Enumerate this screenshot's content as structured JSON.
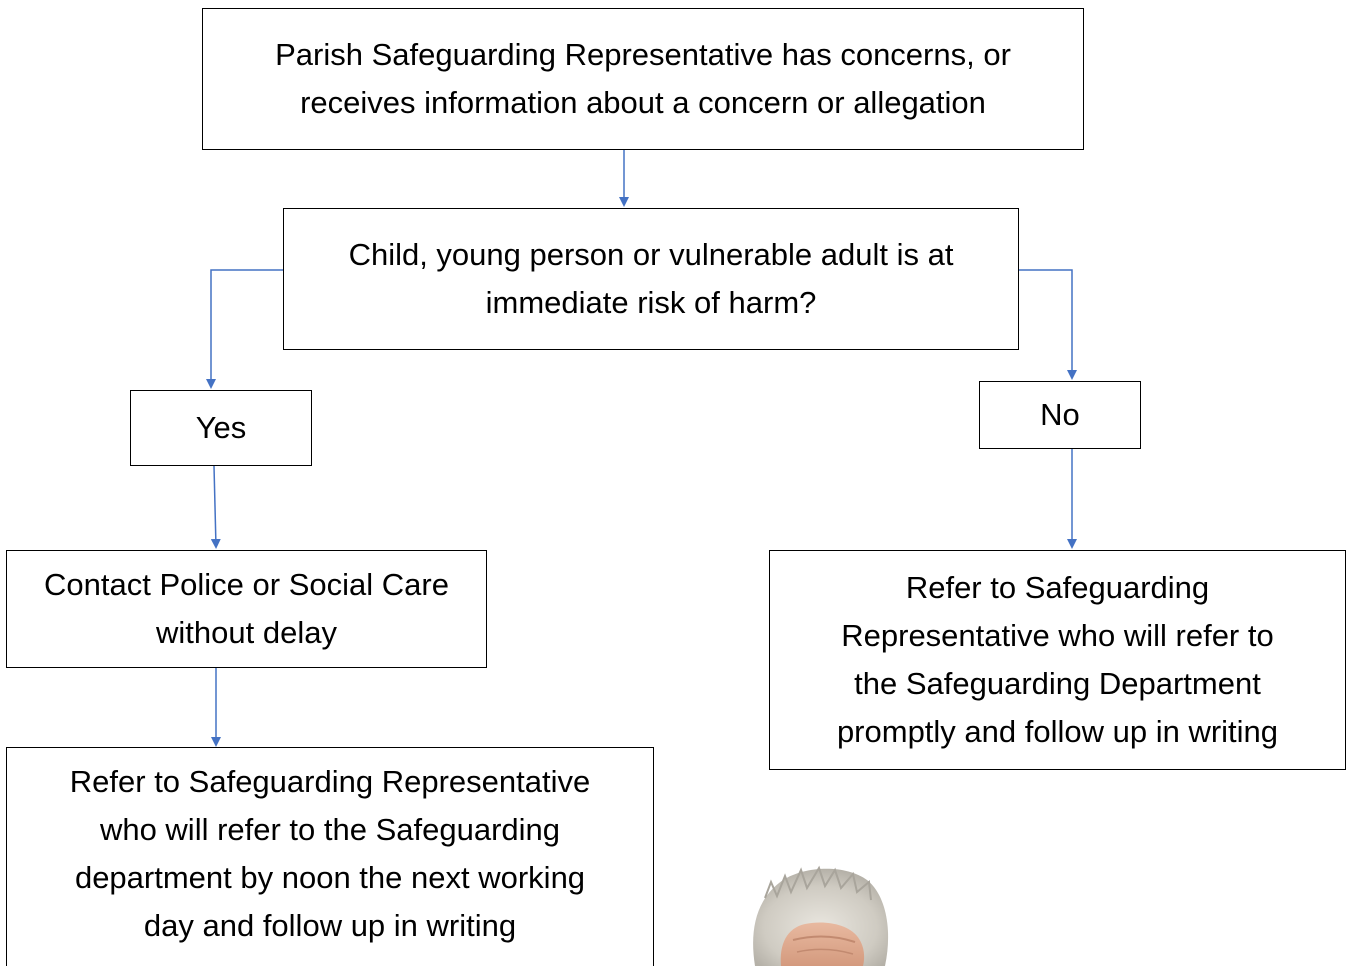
{
  "flowchart": {
    "start": "Parish Safeguarding Representative has concerns, or\nreceives information about a concern or allegation",
    "question": "Child, young person or vulnerable adult is at\nimmediate risk of harm?",
    "yes_label": "Yes",
    "no_label": "No",
    "yes_action": "Contact Police or Social Care\nwithout delay",
    "yes_followup": "Refer to Safeguarding Representative\nwho will refer to the Safeguarding\ndepartment by noon the next working\nday and follow up in writing",
    "no_action": "Refer to Safeguarding\nRepresentative who will refer to\nthe Safeguarding Department\npromptly and follow up in writing"
  },
  "colors": {
    "connector": "#4472C4",
    "border": "#000000"
  }
}
